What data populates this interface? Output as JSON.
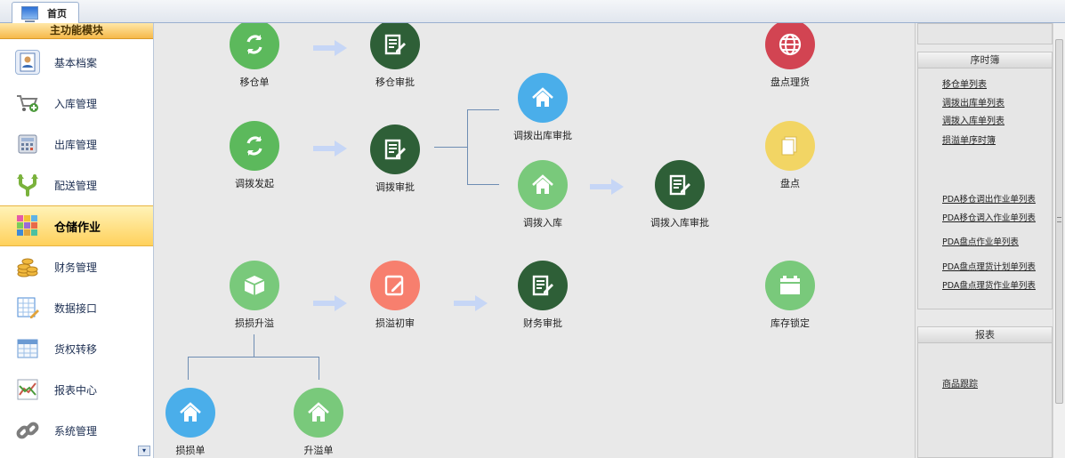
{
  "tabs": [
    {
      "label": "首页",
      "icon": "monitor-icon"
    }
  ],
  "sidebar": {
    "title": "主功能模块",
    "items": [
      {
        "label": "基本档案",
        "icon": "profile-icon",
        "color": "#3b6db5"
      },
      {
        "label": "入库管理",
        "icon": "cart-add-icon",
        "color": "#6b8a5a"
      },
      {
        "label": "出库管理",
        "icon": "calculator-icon",
        "color": "#5a7fb0"
      },
      {
        "label": "配送管理",
        "icon": "fork-icon",
        "color": "#7ab23c"
      },
      {
        "label": "仓储作业",
        "icon": "grid-blocks-icon",
        "color": "#d85aa8",
        "active": true
      },
      {
        "label": "财务管理",
        "icon": "coins-icon",
        "color": "#e0a83a"
      },
      {
        "label": "数据接口",
        "icon": "sheet-edit-icon",
        "color": "#4a8ad6"
      },
      {
        "label": "货权转移",
        "icon": "table-icon",
        "color": "#6a9ad3"
      },
      {
        "label": "报表中心",
        "icon": "line-chart-icon",
        "color": "#c9584a"
      },
      {
        "label": "系统管理",
        "icon": "link-icon",
        "color": "#7d7d7d"
      }
    ],
    "scroll_glyph": "▾"
  },
  "flow": {
    "nodes": [
      {
        "id": "yicang",
        "label": "移仓单",
        "icon": "refresh-icon",
        "color": "green"
      },
      {
        "id": "yicang-approve",
        "label": "移仓审批",
        "icon": "document-edit-icon",
        "color": "dgreen"
      },
      {
        "id": "pandian-lihuo",
        "label": "盘点理货",
        "icon": "globe-icon",
        "color": "red"
      },
      {
        "id": "diaobo-out-approve",
        "label": "调拨出库审批",
        "icon": "home-icon",
        "color": "blue"
      },
      {
        "id": "diaobo-start",
        "label": "调拨发起",
        "icon": "refresh-icon",
        "color": "green"
      },
      {
        "id": "diaobo-approve",
        "label": "调拨审批",
        "icon": "document-edit-icon",
        "color": "dgreen"
      },
      {
        "id": "pandian",
        "label": "盘点",
        "icon": "documents-icon",
        "color": "yellow"
      },
      {
        "id": "diaobo-in",
        "label": "调拨入库",
        "icon": "home-icon",
        "color": "lgreen"
      },
      {
        "id": "diaobo-in-approve",
        "label": "调拨入库审批",
        "icon": "document-edit-icon",
        "color": "dgreen"
      },
      {
        "id": "sunyi",
        "label": "损损升溢",
        "icon": "box-icon",
        "color": "lgreen"
      },
      {
        "id": "sunyi-first",
        "label": "损溢初审",
        "icon": "pencil-icon",
        "color": "salmon"
      },
      {
        "id": "finance-approve",
        "label": "财务审批",
        "icon": "document-edit-icon",
        "color": "dgreen"
      },
      {
        "id": "kucun-lock",
        "label": "库存锁定",
        "icon": "calendar-icon",
        "color": "lgreen"
      },
      {
        "id": "sunhao",
        "label": "损损单",
        "icon": "home-icon",
        "color": "blue"
      },
      {
        "id": "shengyi",
        "label": "升溢单",
        "icon": "home-icon",
        "color": "lgreen"
      }
    ]
  },
  "right_panel": {
    "section1": {
      "title": "序时簿",
      "links": [
        "移仓单列表",
        "调拨出库单列表",
        "调拨入库单列表",
        "损溢单序时簿"
      ],
      "pda_links": [
        "PDA移仓调出作业单列表",
        "PDA移仓调入作业单列表",
        "PDA盘点作业单列表",
        "PDA盘点理货计划单列表",
        "PDA盘点理货作业单列表"
      ]
    },
    "section2": {
      "title": "报表",
      "links": [
        "商品跟踪"
      ]
    }
  },
  "colors": {
    "green": "#5cb95c",
    "dgreen": "#2e5f37",
    "lgreen": "#79c97b",
    "blue": "#4aaeea",
    "red": "#d24452",
    "yellow": "#f2d564",
    "salmon": "#f77f6e",
    "arrow": "#c6d6f6",
    "line": "#6e8db3"
  }
}
